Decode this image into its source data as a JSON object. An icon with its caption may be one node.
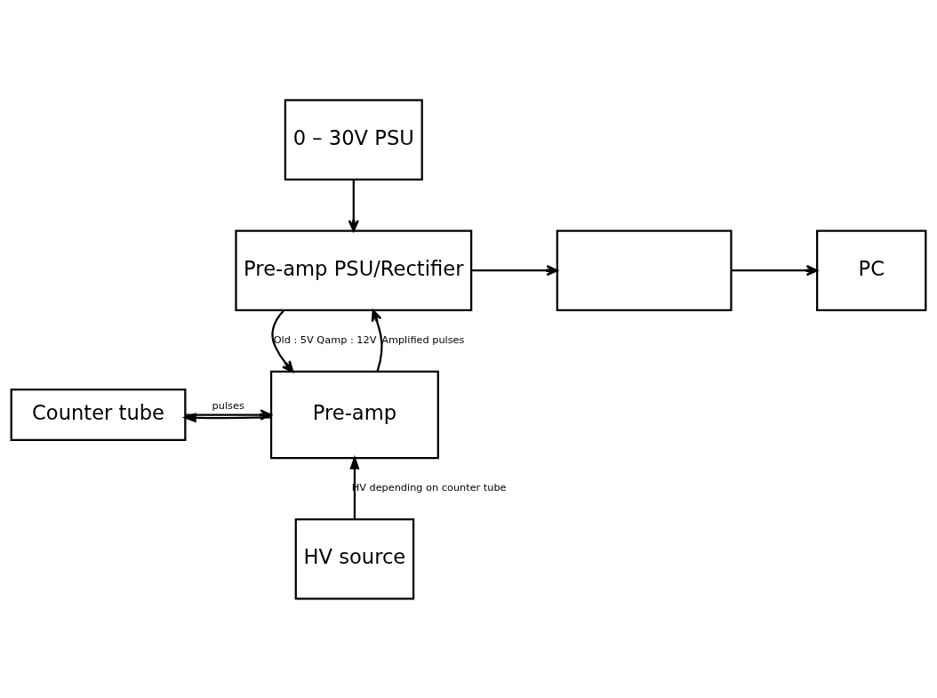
{
  "diagram": {
    "nodes": [
      {
        "text": [
          "0 – 30V PSU"
        ]
      },
      {
        "text": [
          "Pre-amp PSU/Rectifier"
        ]
      },
      {
        "text": [],
        "shape": "box"
      },
      {
        "text": [
          "PC"
        ]
      },
      {
        "text": [
          "Counter tube"
        ]
      },
      {
        "text": [
          "Pre-amp"
        ]
      },
      {
        "text": [
          "HV source"
        ]
      }
    ],
    "edges": [
      {
        "from": 0,
        "to": 1,
        "arrow": "to"
      },
      {
        "from": 1,
        "to": 2,
        "arrow": "to"
      },
      {
        "from": 2,
        "to": 3,
        "arrow": "to"
      },
      {
        "from": 1,
        "to": 5,
        "arrow": "to",
        "label": "Old : 5V Qamp : 12V"
      },
      {
        "from": 5,
        "to": 1,
        "arrow": "to",
        "label": "Amplified pulses"
      },
      {
        "from": 4,
        "to": 5,
        "arrow": "to",
        "label": "pulses"
      },
      {
        "from": 5,
        "to": 4,
        "arrow": "to"
      },
      {
        "from": 6,
        "to": 5,
        "arrow": "to",
        "label": "HV depending on counter tube"
      }
    ]
  }
}
